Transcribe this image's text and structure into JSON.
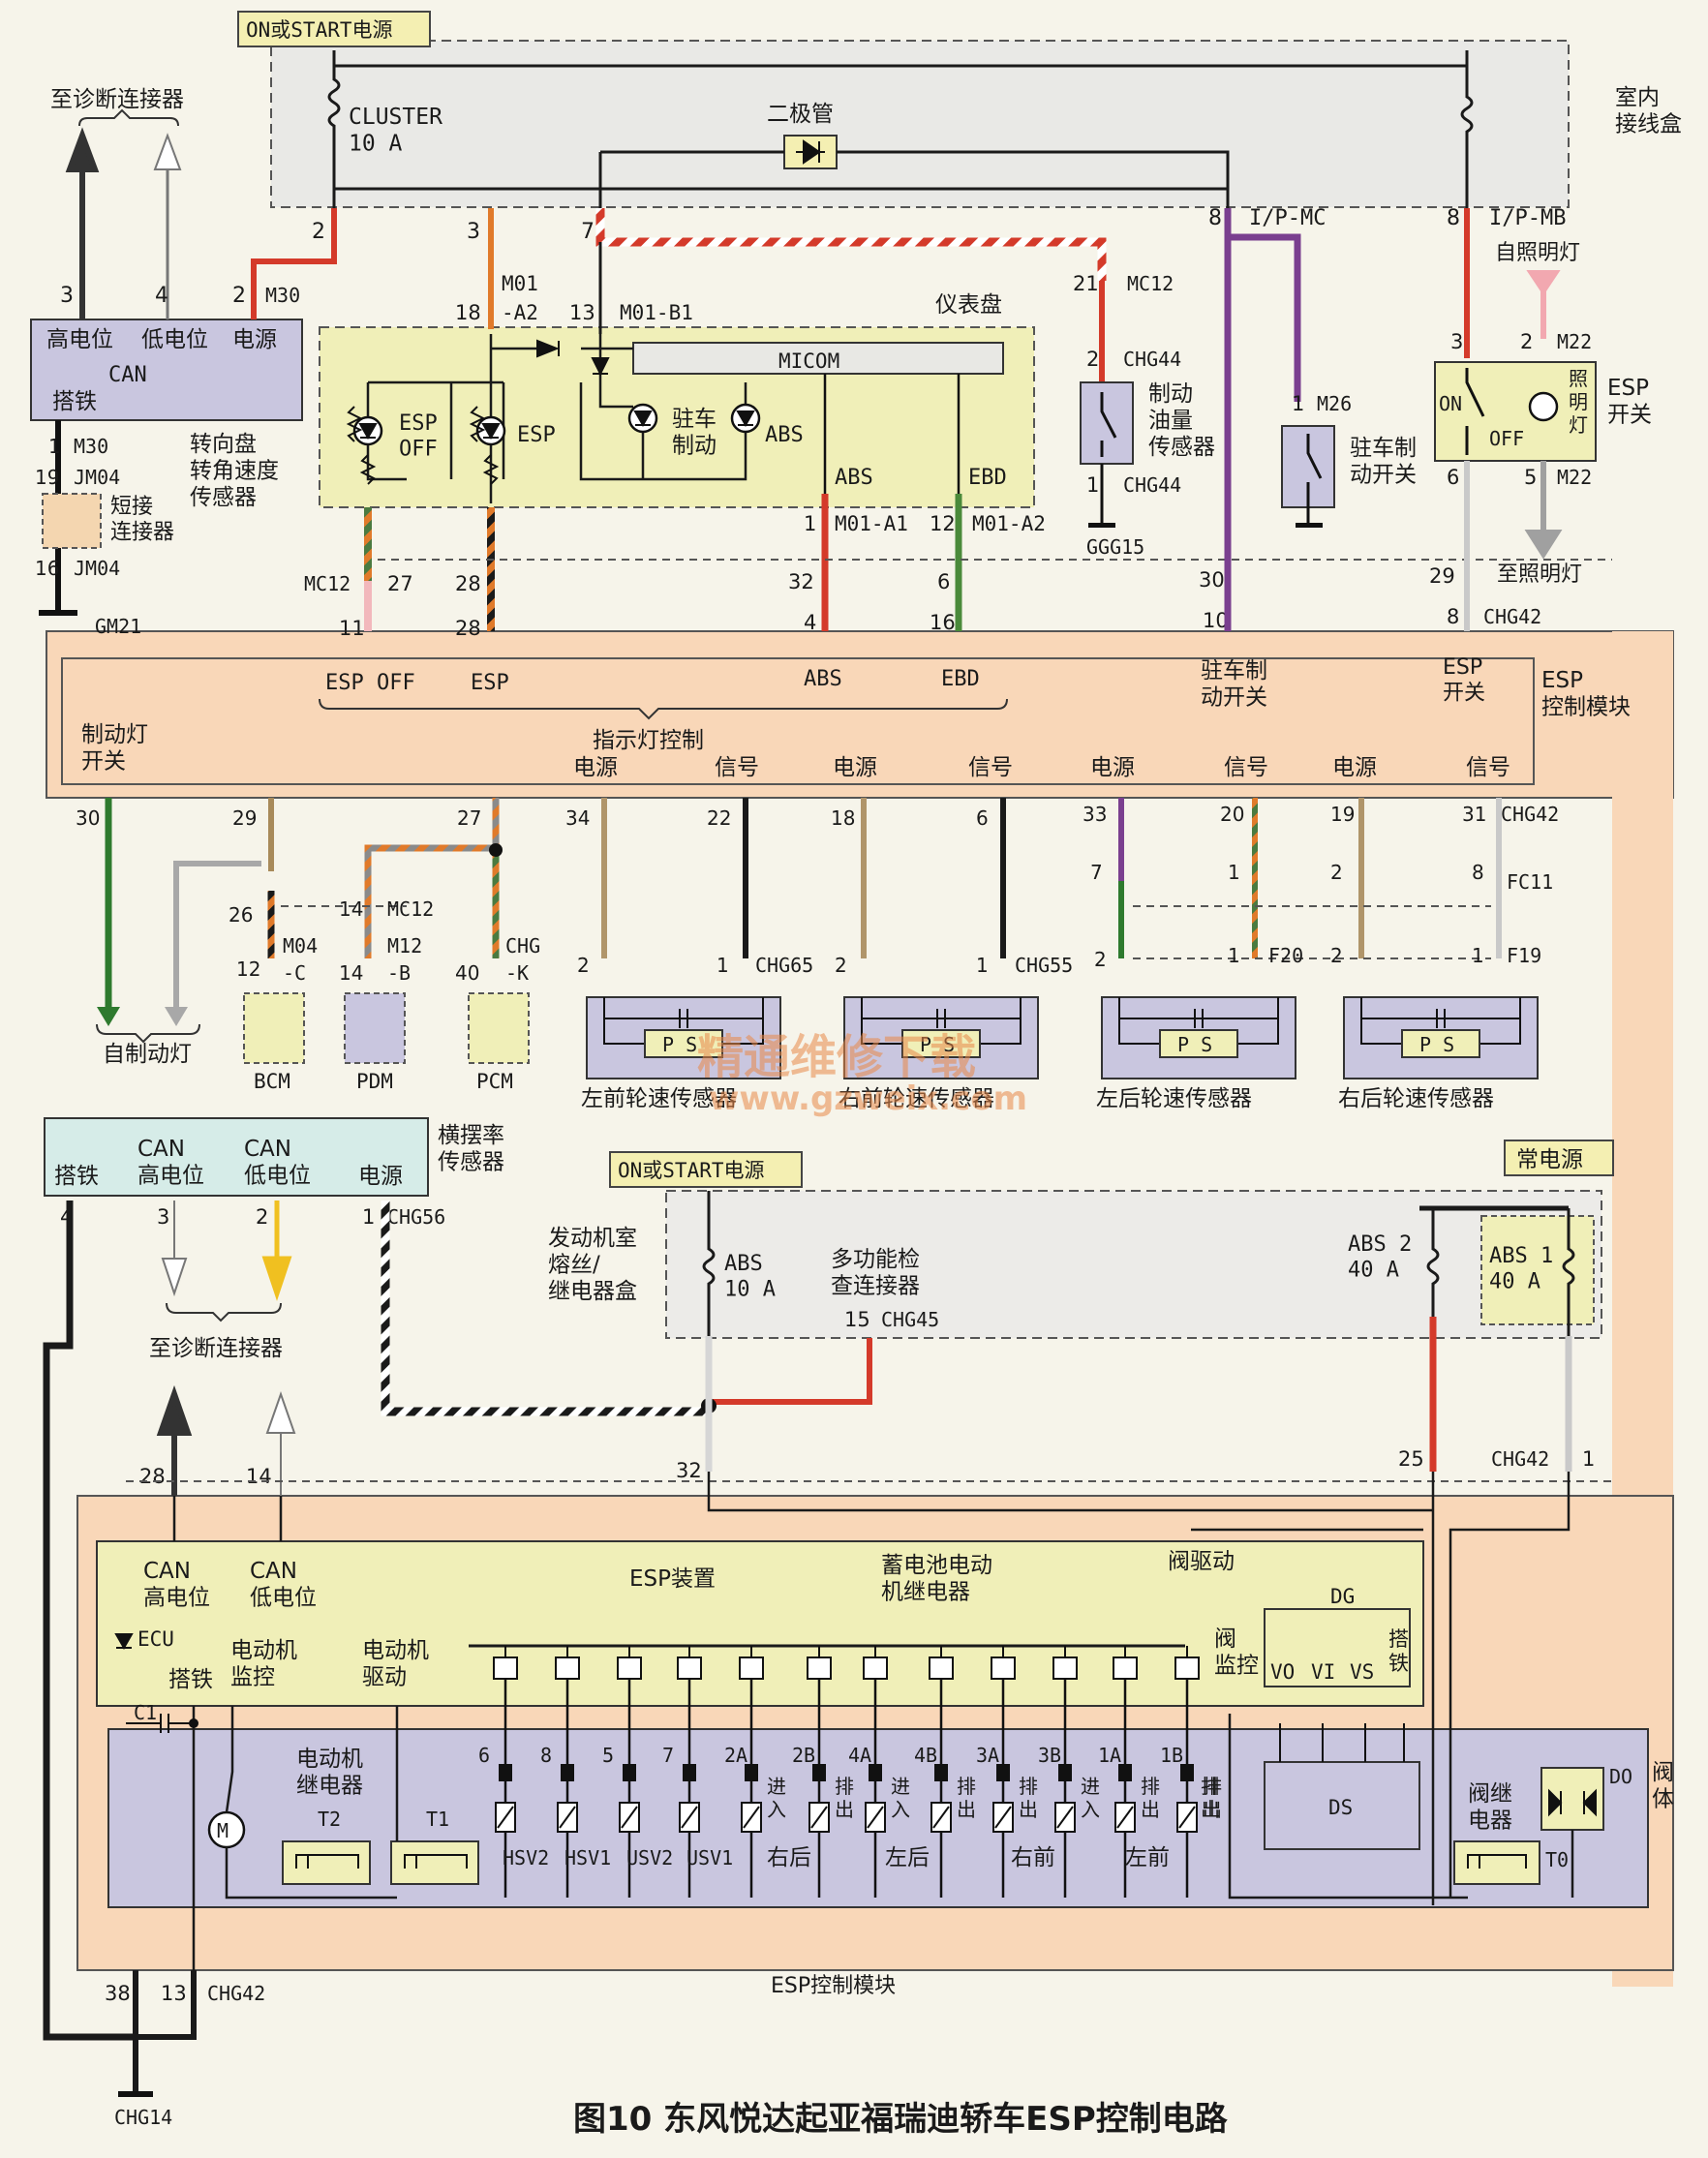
{
  "caption": "图10  东风悦达起亚福瑞迪轿车ESP控制电路",
  "watermark": {
    "cn": "精通维修下载",
    "url": "www.gzweix.com"
  },
  "power": {
    "on_start": "ON或START电源",
    "on_start_2": "ON或START电源",
    "constant": "常电源"
  },
  "junction_box": {
    "name": "室内\n接线盒",
    "fuse": "CLUSTER\n10 A",
    "diode": "二极管",
    "pins": {
      "p2": "2",
      "p3": "3",
      "p7": "7",
      "p8": "8",
      "p8b": "8",
      "ip_mc": "I/P-MC",
      "ip_mb": "I/P-MB"
    }
  },
  "steering_sensor": {
    "high": "高电位",
    "low": "低电位",
    "power": "电源",
    "can": "CAN",
    "ground": "搭铁",
    "title": "转向盘\n转角速度\n传感器",
    "pins": {
      "p3": "3",
      "p4": "4",
      "p2": "2",
      "m30": "M30",
      "p1": "1",
      "m30b": "M30",
      "p19": "19",
      "jm04": "JM04",
      "p16": "16",
      "jm04b": "JM04",
      "gm21": "GM21"
    },
    "short": "短接\n连接器",
    "to_diag": "至诊断连接器"
  },
  "cluster": {
    "title": "仪表盘",
    "micom": "MICOM",
    "esp_off": "ESP\nOFF",
    "esp": "ESP",
    "park": "驻车\n制动",
    "abs": "ABS",
    "abs_out": "ABS",
    "ebd_out": "EBD",
    "pins": {
      "p18": "18",
      "m01": "M01",
      "a2": "-A2",
      "p13": "13",
      "m01b1": "M01-B1",
      "p1": "1",
      "m01a1": "M01-A1",
      "p12": "12",
      "m01a2": "M01-A2"
    }
  },
  "brake_fluid": {
    "label": "制动\n油量\n传感器",
    "p21": "21",
    "mc12": "MC12",
    "p2": "2",
    "chg44": "CHG44",
    "p1": "1",
    "chg44b": "CHG44",
    "ggg15": "GGG15"
  },
  "park_switch": {
    "label": "驻车制\n动开关",
    "p1": "1",
    "m26": "M26"
  },
  "esp_switch": {
    "label": "ESP\n开关",
    "on": "ON",
    "off": "OFF",
    "lamp": "照\n明\n灯",
    "self": "自照明灯",
    "to": "至照明灯",
    "p3": "3",
    "p2": "2",
    "m22": "M22",
    "p6": "6",
    "p5": "5",
    "m22b": "M22"
  },
  "connector_row": {
    "mc12": "MC12",
    "p27": "27",
    "p28": "28",
    "p32": "32",
    "p6": "6",
    "p30": "30",
    "p29": "29",
    "p11": "11",
    "p28b": "28",
    "p4": "4",
    "p16": "16",
    "p10": "10",
    "p8": "8",
    "chg42": "CHG42"
  },
  "esp_module_top": {
    "title": "ESP\n控制模块",
    "esp_off": "ESP OFF",
    "esp": "ESP",
    "abs": "ABS",
    "ebd": "EBD",
    "park": "驻车制\n动开关",
    "esp_sw": "ESP\n开关",
    "ind": "指示灯控制",
    "brake_sw": "制动灯\n开关",
    "sensor_labels": [
      "电源",
      "信号",
      "电源",
      "信号",
      "电源",
      "信号",
      "电源",
      "信号"
    ]
  },
  "lower_pins": {
    "p30": "30",
    "p29": "29",
    "p27": "27",
    "p34": "34",
    "p22": "22",
    "p18": "18",
    "p6": "6",
    "p33": "33",
    "p20": "20",
    "p19": "19",
    "p31": "31",
    "chg42": "CHG42",
    "p26": "26",
    "p14": "14",
    "mc12": "MC12",
    "p12": "12",
    "m04": "M04",
    "c": "-C",
    "p14b": "14",
    "m12": "M12",
    "b": "-B",
    "p40": "40",
    "chg": "CHG",
    "k": "-K",
    "p7": "7",
    "p1": "1",
    "p2": "2",
    "p8": "8",
    "fc11": "FC11",
    "p1b": "1",
    "f20": "F20",
    "p2b": "2",
    "p1c": "1",
    "f19": "F19",
    "p2c": "2",
    "p1d": "1",
    "chg65": "CHG65",
    "p2d": "2",
    "p1e": "1",
    "chg55": "CHG55",
    "p2e": "2"
  },
  "bcm": {
    "self": "自制动灯",
    "bcm": "BCM",
    "pdm": "PDM",
    "pcm": "PCM"
  },
  "wheel_sensors": [
    {
      "name": "左前轮速传感器",
      "ps": "P S"
    },
    {
      "name": "右前轮速传感器",
      "ps": "P S"
    },
    {
      "name": "左后轮速传感器",
      "ps": "P S"
    },
    {
      "name": "右后轮速传感器",
      "ps": "P S"
    }
  ],
  "yaw": {
    "ground": "搭铁",
    "can_high": "CAN\n高电位",
    "can_low": "CAN\n低电位",
    "power": "电源",
    "title": "横摆率\n传感器",
    "p4": "4",
    "p3": "3",
    "p2": "2",
    "p1": "1",
    "chg56": "CHG56",
    "to_diag": "至诊断连接器"
  },
  "engine_box": {
    "title": "发动机室\n熔丝/\n继电器盒",
    "abs": "ABS\n10 A",
    "multi": "多功能检\n查连接器",
    "p15": "15",
    "chg45": "CHG45",
    "abs2": "ABS 2\n40 A",
    "abs1": "ABS 1\n40 A"
  },
  "bottom_pins": {
    "p28": "28",
    "p14": "14",
    "p32": "32",
    "p25": "25",
    "chg42": "CHG42",
    "p1": "1",
    "p38": "38",
    "p13": "13",
    "chg42b": "CHG42",
    "chg14": "CHG14"
  },
  "esp_unit": {
    "title": "ESP装置",
    "battery": "蓄电池电动\n机继电器",
    "valve_drive": "阀驱动",
    "can_high": "CAN\n高电位",
    "can_low": "CAN\n低电位",
    "ecu": "ECU",
    "ground": "搭铁",
    "motor_mon": "电动机\n监控",
    "motor_drv": "电动机\n驱动",
    "valve_mon": "阀\n监控",
    "dg": "DG",
    "vo": "VO",
    "vi": "VI",
    "vs": "VS",
    "dg_gnd": "搭\n铁",
    "c1": "C1"
  },
  "valve_body": {
    "motor_relay": "电动机\n继电器",
    "t2": "T2",
    "t1": "T1",
    "m": "M",
    "valve_nums": [
      "6",
      "8",
      "5",
      "7",
      "2A",
      "2B",
      "4A",
      "4B",
      "3A",
      "3B",
      "1A",
      "1B"
    ],
    "valve_names": [
      "HSV2",
      "HSV1",
      "USV2",
      "USV1"
    ],
    "in": "进\n入",
    "out": "排\n出",
    "groups": [
      "右后",
      "左后",
      "右前",
      "左前"
    ],
    "ds": "DS",
    "relay": "阀继\n电器",
    "t0": "T0",
    "do": "DO",
    "body": "阀\n体"
  },
  "bottom_title": "ESP控制模块"
}
